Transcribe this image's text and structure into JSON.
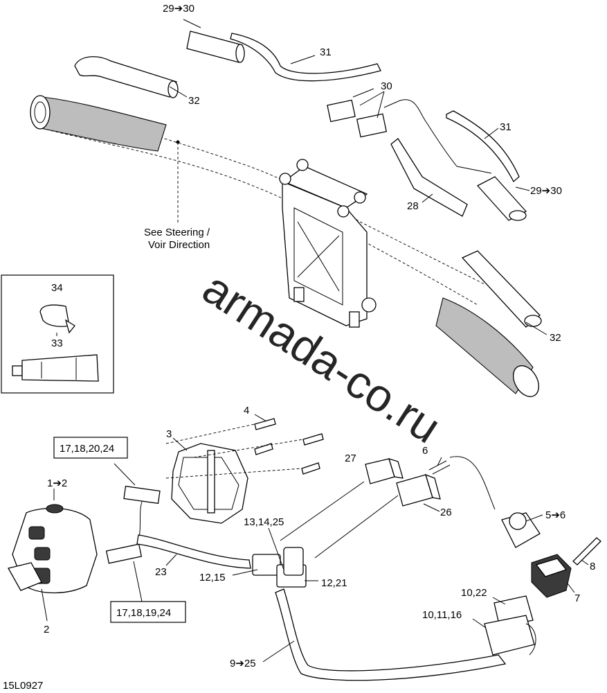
{
  "diagram_id": "15L0927",
  "watermark": "armada-co.ru",
  "note": {
    "line1": "See Steering /",
    "line2": "Voir Direction"
  },
  "callouts": {
    "c29_30_top": "29➔30",
    "c31_top": "31",
    "c32_top": "32",
    "c30": "30",
    "c31_right": "31",
    "c29_30_right": "29➔30",
    "c28": "28",
    "c32_right": "32",
    "c34": "34",
    "c33": "33",
    "c4": "4",
    "c3": "3",
    "box_top": "17,18,20,24",
    "c1_2": "1➔2",
    "c2": "2",
    "c23": "23",
    "box_bottom": "17,18,19,24",
    "c27": "27",
    "c6": "6",
    "c26": "26",
    "c13_14_25": "13,14,25",
    "c5_6": "5➔6",
    "c8": "8",
    "c12_15": "12,15",
    "c12_21": "12,21",
    "c7": "7",
    "c10_22": "10,22",
    "c10_11_16": "10,11,16",
    "c9_25": "9➔25"
  },
  "colors": {
    "watermark": "#ff86c8",
    "line": "#000000",
    "grip": "#bdbdbd"
  }
}
